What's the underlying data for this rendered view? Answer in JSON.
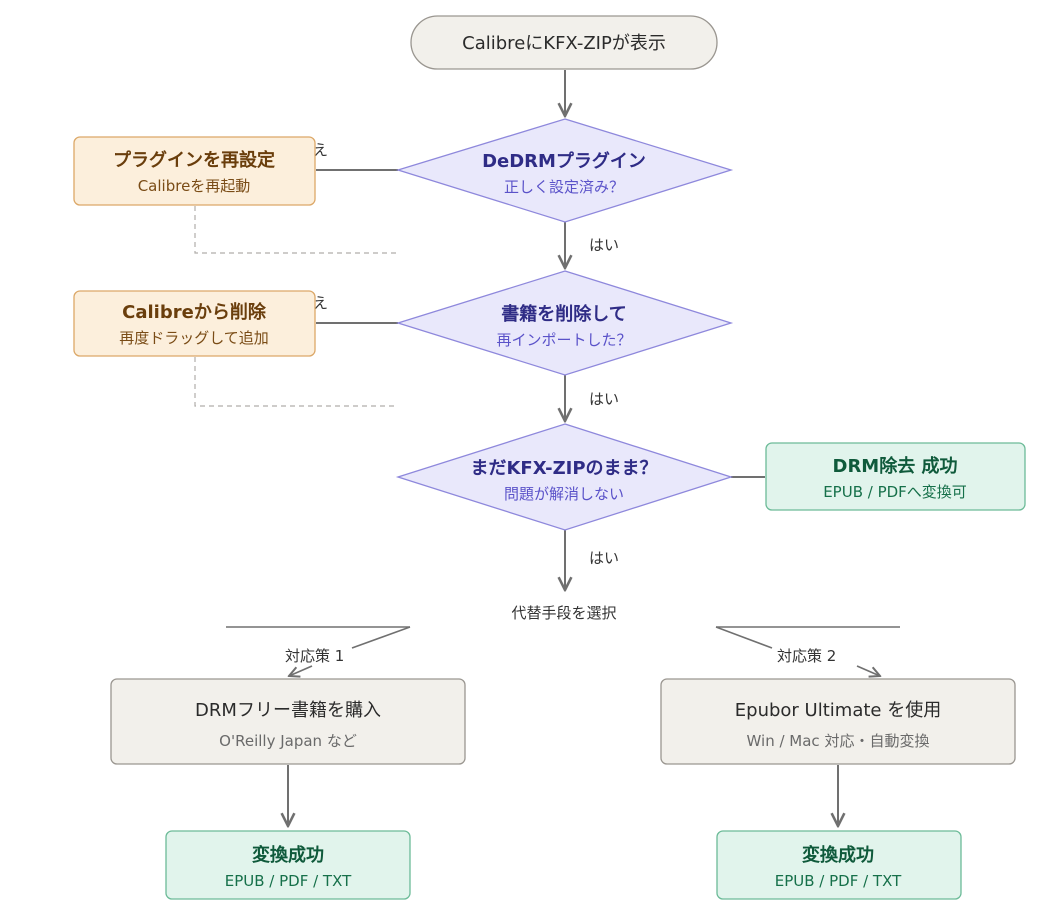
{
  "nodes": {
    "start": {
      "label": "CalibreにKFX-ZIPが表示"
    },
    "d1": {
      "title": "DeDRMプラグイン",
      "sub": "正しく設定済み？"
    },
    "fix1": {
      "title": "プラグインを再設定",
      "sub": "Calibreを再起動"
    },
    "d2": {
      "title": "書籍を削除して",
      "sub": "再インポートした？"
    },
    "fix2": {
      "title": "Calibreから削除",
      "sub": "再度ドラッグして追加"
    },
    "d3": {
      "title": "まだKFX-ZIPのまま？",
      "sub": "問題が解消しない"
    },
    "ok": {
      "title": "DRM除去 成功",
      "sub": "EPUB / PDFへ変換可"
    },
    "choose": {
      "label": "代替手段を選択"
    },
    "alt1": {
      "title": "DRMフリー書籍を購入",
      "sub": "O'Reilly Japan など"
    },
    "alt2": {
      "title": "Epubor Ultimate を使用",
      "sub": "Win / Mac 対応・自動変換"
    },
    "res1": {
      "title": "変換成功",
      "sub": "EPUB / PDF / TXT"
    },
    "res2": {
      "title": "変換成功",
      "sub": "EPUB / PDF / TXT"
    }
  },
  "edge_labels": {
    "yes1": "はい",
    "yes2": "はい",
    "yes3": "はい",
    "no1_partial": "え",
    "no2_partial": "え",
    "opt1": "対応策 1",
    "opt2": "対応策 2"
  },
  "colors": {
    "line": "#707070",
    "neutral_fill": "#f2f0eb",
    "neutral_stroke": "#9a9690",
    "decision_fill": "#e9e8fb",
    "decision_stroke": "#8e88dc",
    "decision_title": "#2f2c86",
    "decision_sub": "#5a52c9",
    "fix_fill": "#fcefdc",
    "fix_stroke": "#dca868",
    "fix_title": "#6a3e0c",
    "fix_sub": "#7a4c16",
    "ok_fill": "#e1f4ec",
    "ok_stroke": "#6cbb98",
    "ok_title": "#0f5a3b",
    "ok_sub": "#16704a",
    "neutral_text": "#2b2b2b",
    "neutral_sub": "#6a6a6a"
  }
}
